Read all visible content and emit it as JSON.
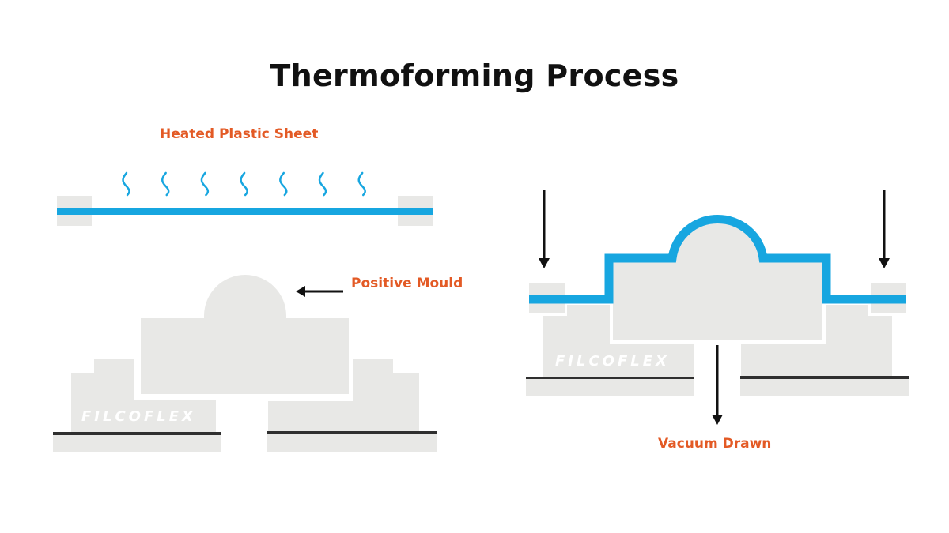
{
  "title": "Thermoforming Process",
  "labels": {
    "heated_sheet": "Heated Plastic Sheet",
    "positive_mould": "Positive Mould",
    "vacuum_drawn": "Vacuum Drawn"
  },
  "brand": "FILCOFLEX",
  "colors": {
    "sheet": "#17a6e0",
    "mould": "#e8e8e6",
    "label": "#e35a25",
    "arrow": "#111111",
    "base_line": "#2f2f2f"
  },
  "heat_waves_count": 7
}
